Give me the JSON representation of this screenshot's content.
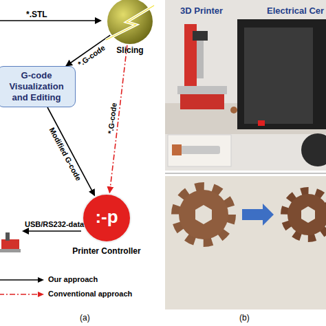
{
  "diagram": {
    "nodes": [
      {
        "text": [
          "Slicing"
        ]
      },
      {
        "text": [
          "G-code Visualization and Editing"
        ]
      },
      {
        "text": [
          ":-p",
          "Printer Controller"
        ]
      }
    ],
    "edges": [
      {
        "from": 0,
        "to": 1,
        "arrow": "to",
        "label": "*.G-code"
      },
      {
        "from": 1,
        "to": 2,
        "arrow": "to",
        "label": "Modified G-code"
      },
      {
        "from": 0,
        "to": 2,
        "arrow": "to",
        "label": "*.G-code"
      }
    ],
    "labels": [
      "*.STL",
      "USB/RS232-data",
      "(a)",
      "(b)",
      "3D Printer",
      "Electrical Cer"
    ],
    "legend": [
      {
        "text": "Our approach"
      },
      {
        "text": "Conventional approach"
      }
    ]
  }
}
